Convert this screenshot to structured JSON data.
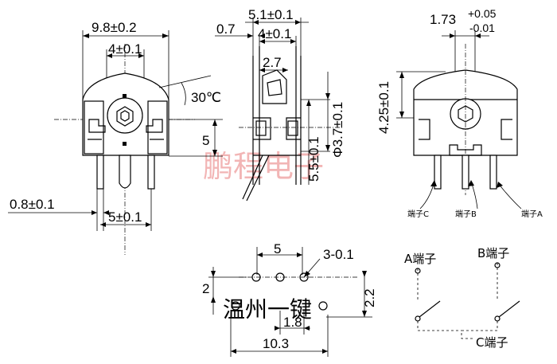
{
  "dimensions": {
    "front_width": "9.8±0.2",
    "front_inner": "4±0.1",
    "front_angle": "30℃",
    "front_height": "5",
    "front_pin_width": "0.8±0.1",
    "front_pin_pitch": "5±0.1",
    "side_width": "5.1±0.1",
    "side_inner": "4±0.1",
    "side_offset": "0.7",
    "side_step": "2.7",
    "side_height": "5.5±0.1",
    "side_diameter": "Φ3.7±0.1",
    "right_shaft": "1.73",
    "right_tol_plus": "+0.05",
    "right_tol_minus": "-0.01",
    "right_height": "4.25±0.1",
    "pcb_pitch": "5",
    "pcb_holes": "3-0.1",
    "pcb_left_h": "2",
    "pcb_right_h": "2.2",
    "pcb_offset": "1.8",
    "pcb_total": "10.3"
  },
  "terminals": {
    "c": "端子C",
    "b": "端子B",
    "a": "端子A"
  },
  "schematic": {
    "a": "A端子",
    "b": "B端子",
    "c": "C端子"
  },
  "watermark": "鹏程电子",
  "overlay": "温州一键"
}
